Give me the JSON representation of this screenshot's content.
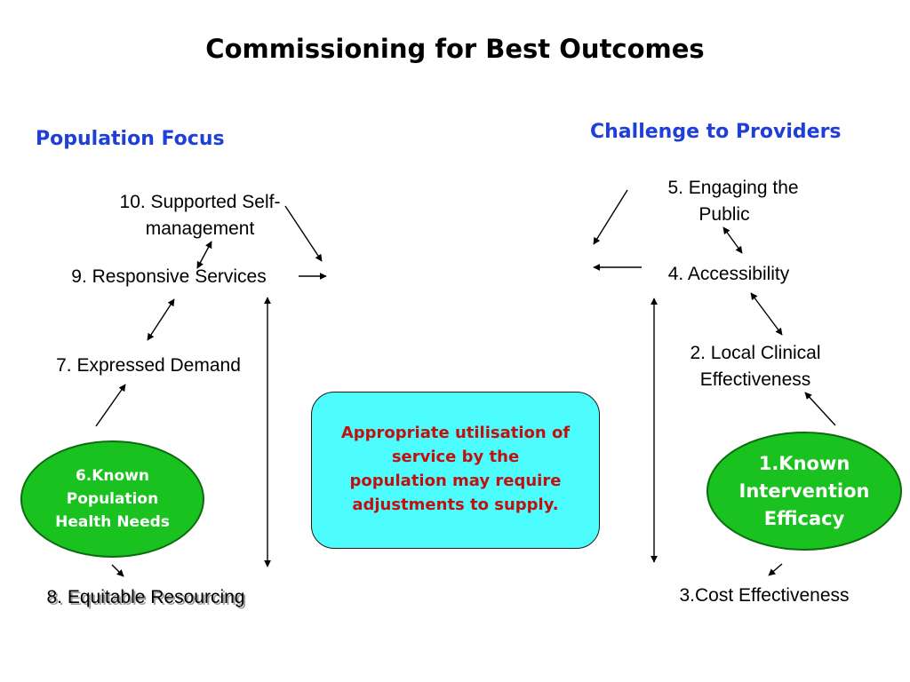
{
  "title": "Commissioning for Best Outcomes",
  "headings": {
    "left": "Population Focus",
    "right": "Challenge to Providers"
  },
  "nodes": {
    "n10_line1": "10. Supported Self-",
    "n10_line2": "management",
    "n9": "9. Responsive Services",
    "n7": "7. Expressed Demand",
    "n8": "8. Equitable Resourcing",
    "n5_line1": "5. Engaging the",
    "n5_line2": "Public",
    "n4": "4. Accessibility",
    "n2_line1": "2. Local Clinical",
    "n2_line2": "Effectiveness",
    "n3": "3.Cost Effectiveness"
  },
  "ellipses": {
    "n6_line1": "6.Known",
    "n6_line2": "Population",
    "n6_line3": "Health Needs",
    "n1_line1": "1.Known",
    "n1_line2": "Intervention",
    "n1_line3": "Efficacy"
  },
  "callout": {
    "line1": "Appropriate utilisation of",
    "line2": "service by the",
    "line3": "population may require",
    "line4": "adjustments to supply."
  },
  "colors": {
    "heading": "#1f3fd6",
    "ellipse_fill": "#19c21f",
    "callout_fill": "#4dfdfd",
    "callout_text": "#c01010"
  }
}
